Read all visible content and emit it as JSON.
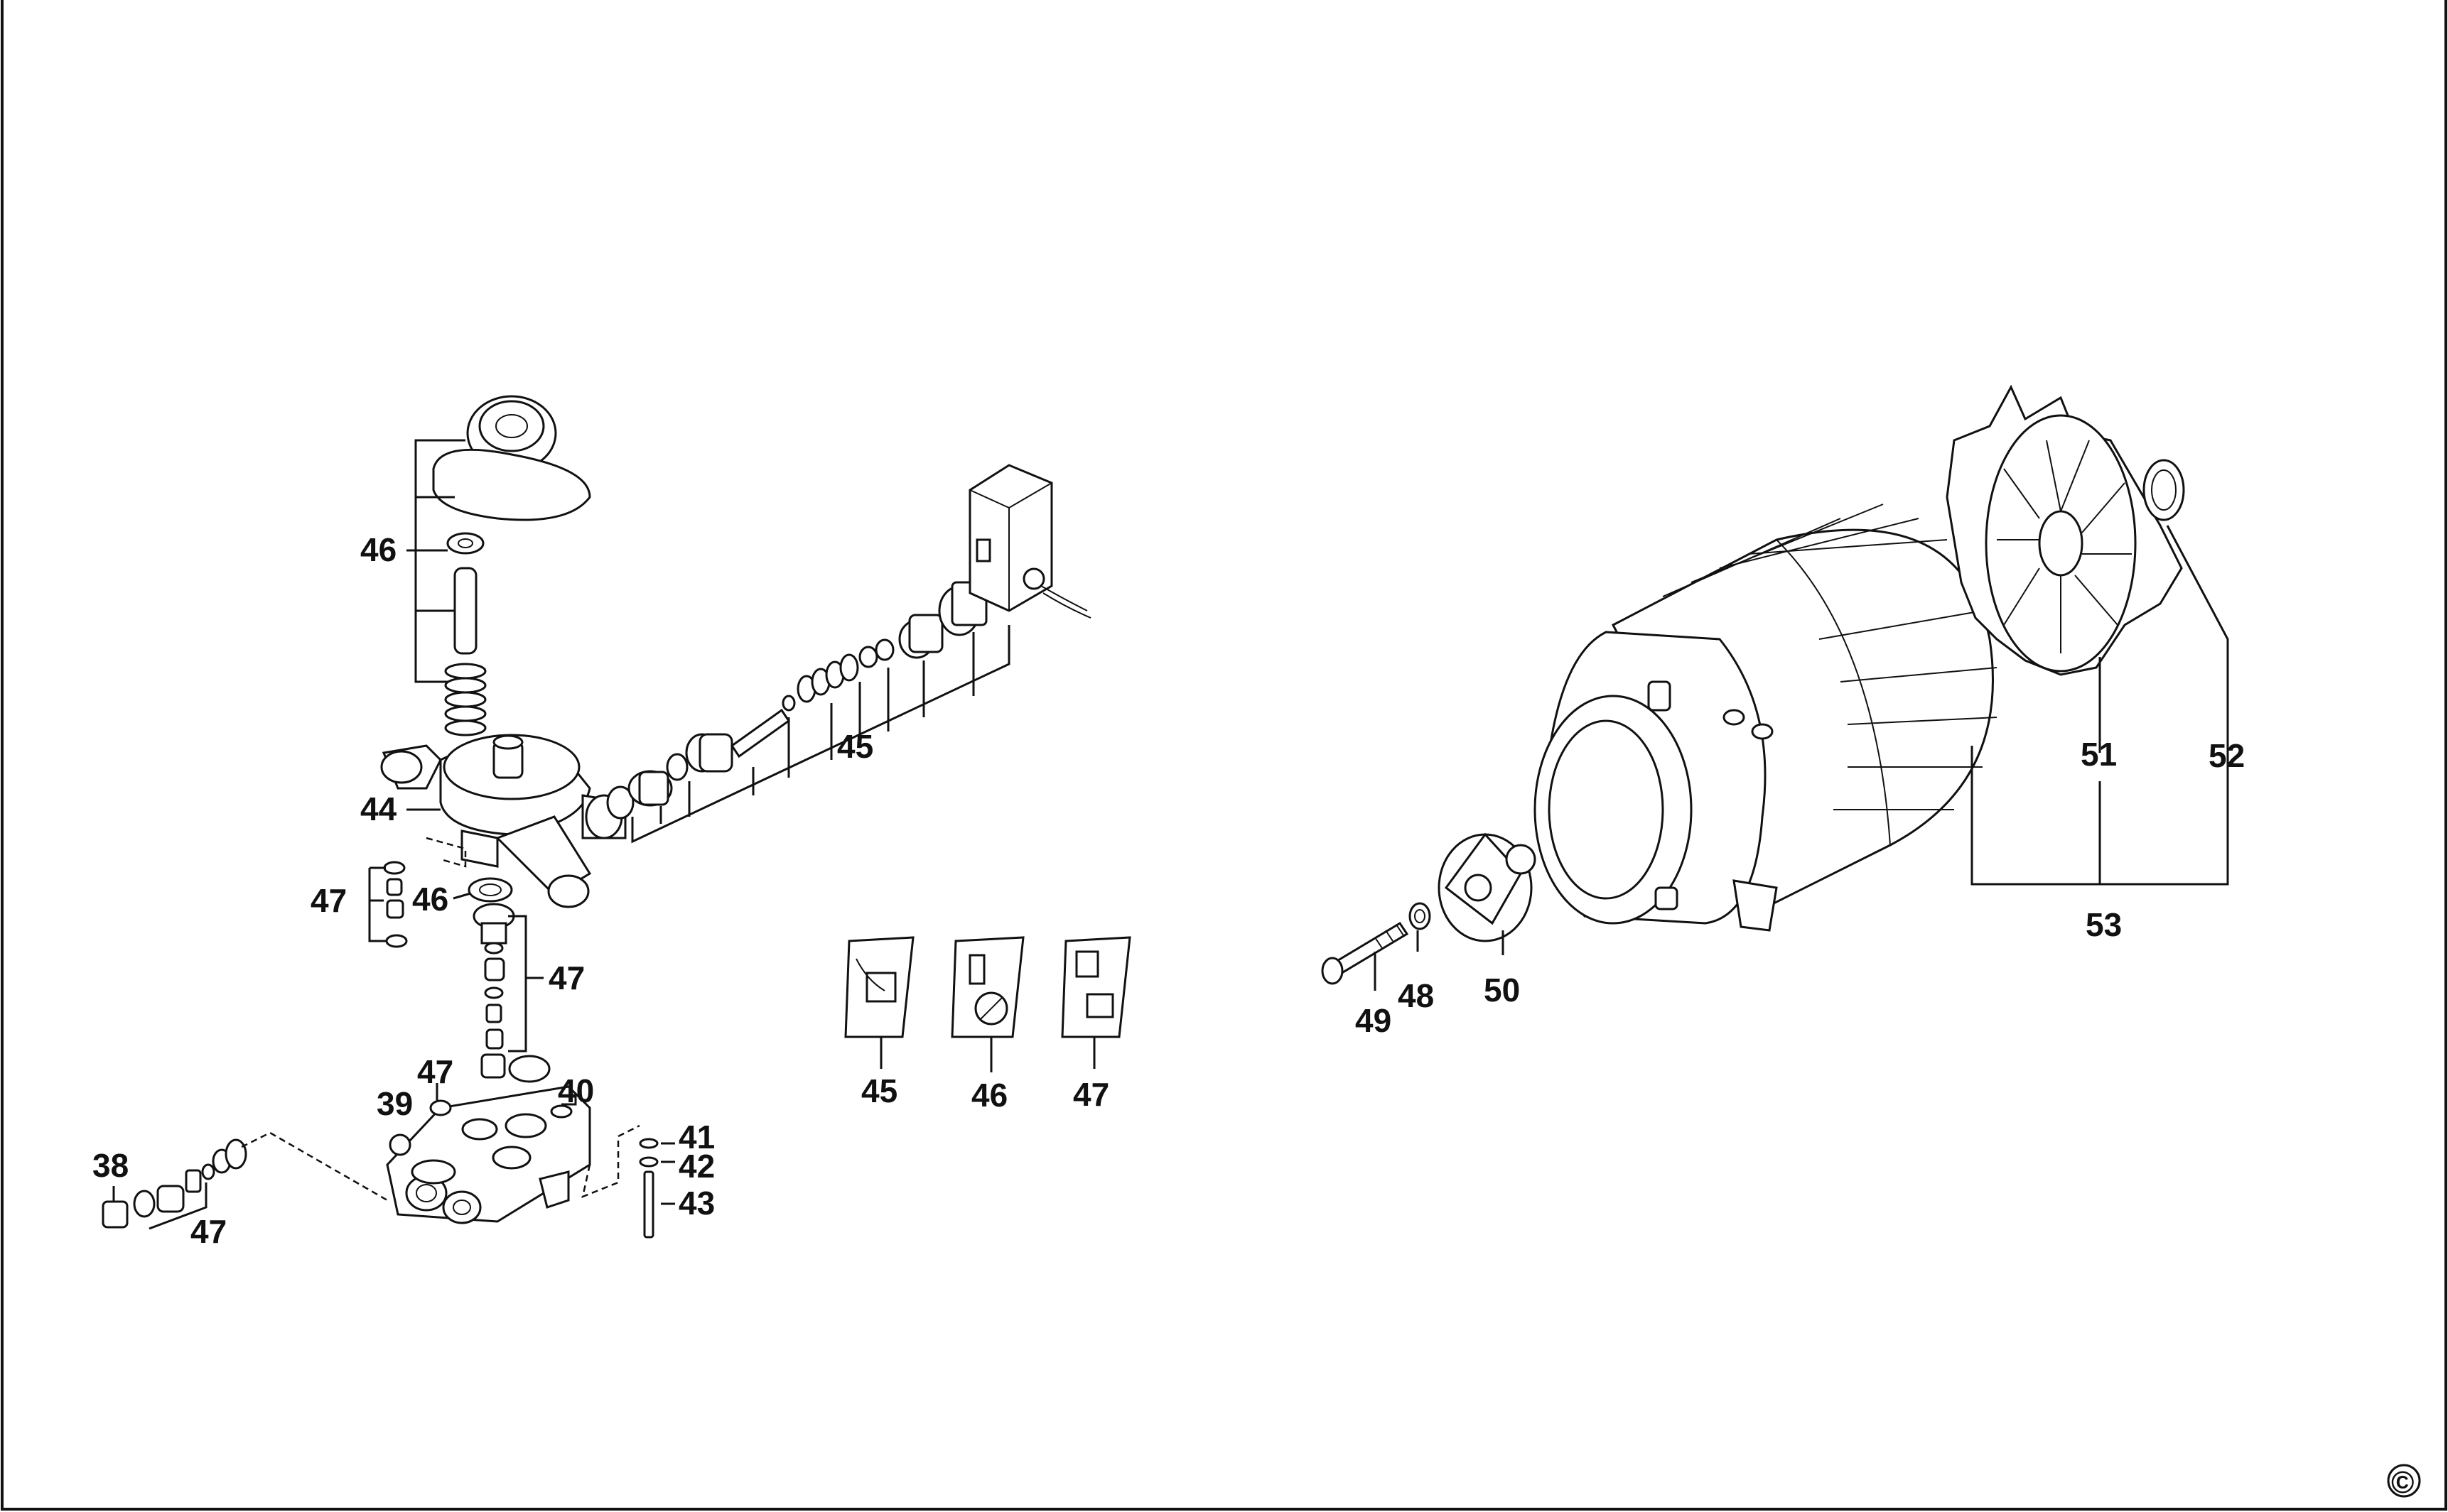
{
  "diagram": {
    "title": "",
    "labels": {
      "p38": "38",
      "p39": "39",
      "p40": "40",
      "p41": "41",
      "p42": "42",
      "p43": "43",
      "p44": "44",
      "p45a": "45",
      "p45b": "45",
      "p46a": "46",
      "p46b": "46",
      "p46c": "46",
      "p47a": "47",
      "p47b": "47",
      "p47c": "47",
      "p47d": "47",
      "p47e": "47",
      "p48": "48",
      "p49": "49",
      "p50": "50",
      "p51": "51",
      "p52": "52",
      "p53": "53"
    },
    "copyright": "©"
  }
}
